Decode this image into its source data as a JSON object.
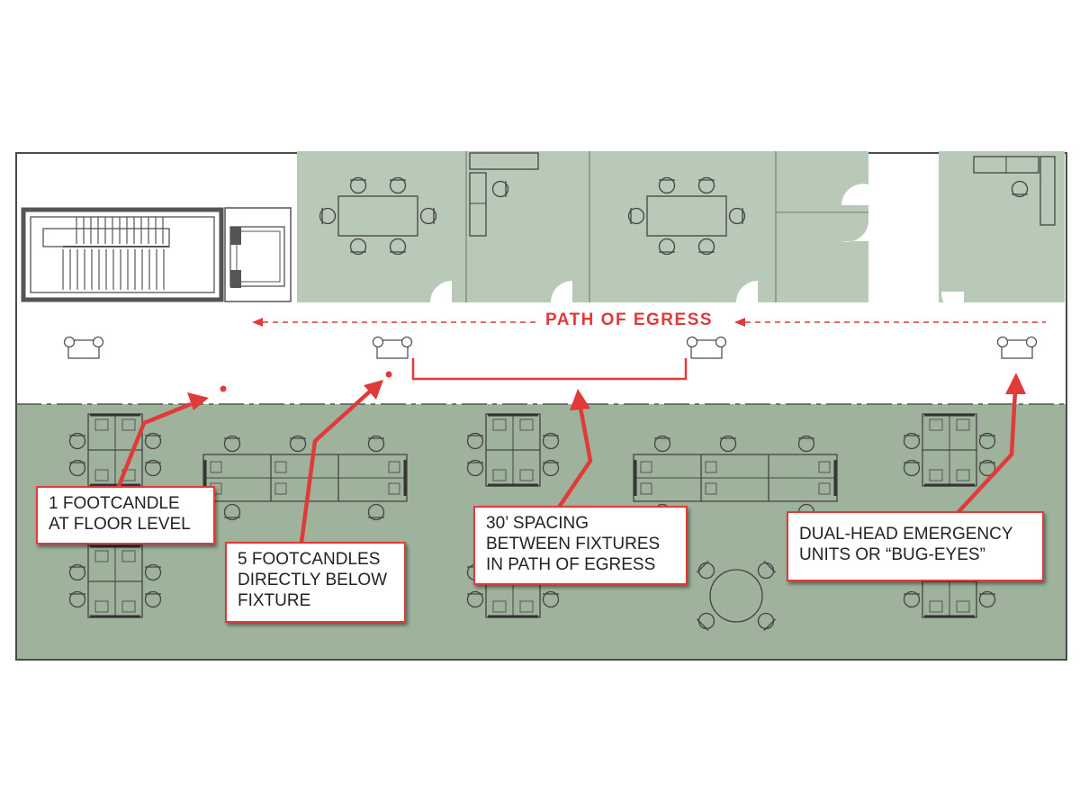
{
  "colors": {
    "office_fill": "#b9c9b7",
    "open_office_fill": "#9fb39c",
    "wall": "#4a4a4a",
    "annotation_red": "#e03a3a"
  },
  "path_of_egress": {
    "label": "PATH OF EGRESS"
  },
  "callouts": [
    {
      "id": "one-footcandle",
      "lines": [
        "1 FOOTCANDLE",
        "AT FLOOR LEVEL"
      ]
    },
    {
      "id": "five-footcandles",
      "lines": [
        "5 FOOTCANDLES",
        "DIRECTLY BELOW",
        "FIXTURE"
      ]
    },
    {
      "id": "spacing",
      "lines": [
        "30’ SPACING",
        "BETWEEN FIXTURES",
        "IN PATH OF EGRESS"
      ]
    },
    {
      "id": "dual-head",
      "lines": [
        "DUAL-HEAD EMERGENCY",
        "UNITS OR “BUG-EYES”"
      ]
    }
  ]
}
